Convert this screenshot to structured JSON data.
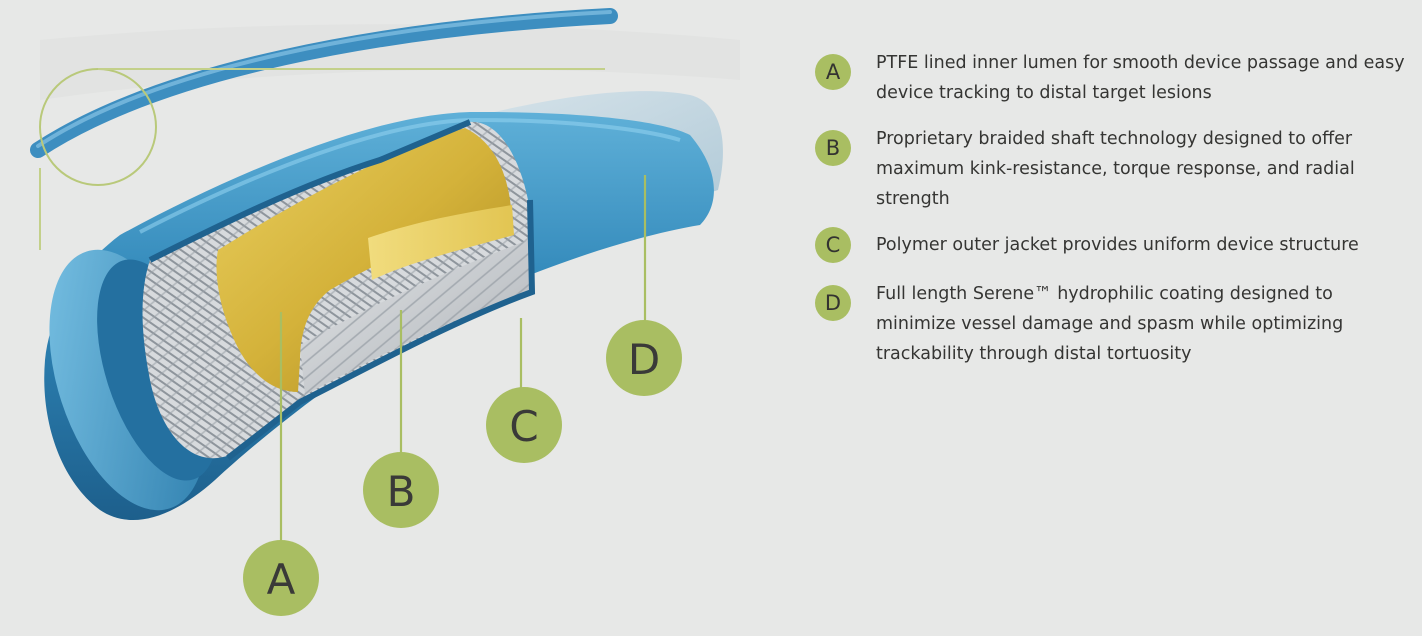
{
  "diagram": {
    "callouts": [
      {
        "letter": "A",
        "target": "ptfe-inner-lumen"
      },
      {
        "letter": "B",
        "target": "braided-shaft"
      },
      {
        "letter": "C",
        "target": "polymer-outer-jacket"
      },
      {
        "letter": "D",
        "target": "hydrophilic-coating"
      }
    ],
    "colors": {
      "background": "#e7e8e7",
      "badge": "#a9be62",
      "leader_line": "#a9be62",
      "jacket_blue": "#2f86b8",
      "lumen_gold": "#d4b23a",
      "braid_grey": "#c9ccd0",
      "coating": "#b9cfdc"
    }
  },
  "legend": {
    "items": [
      {
        "letter": "A",
        "text": "PTFE lined inner lumen for smooth device passage and easy device tracking to distal target lesions"
      },
      {
        "letter": "B",
        "text": "Proprietary braided shaft technology designed to offer maximum kink-resistance, torque response, and radial strength"
      },
      {
        "letter": "C",
        "text": "Polymer outer jacket provides uniform device structure"
      },
      {
        "letter": "D",
        "text": "Full length Serene™ hydrophilic coating designed to minimize vessel damage and spasm while optimizing trackability through distal tortuosity"
      }
    ]
  }
}
